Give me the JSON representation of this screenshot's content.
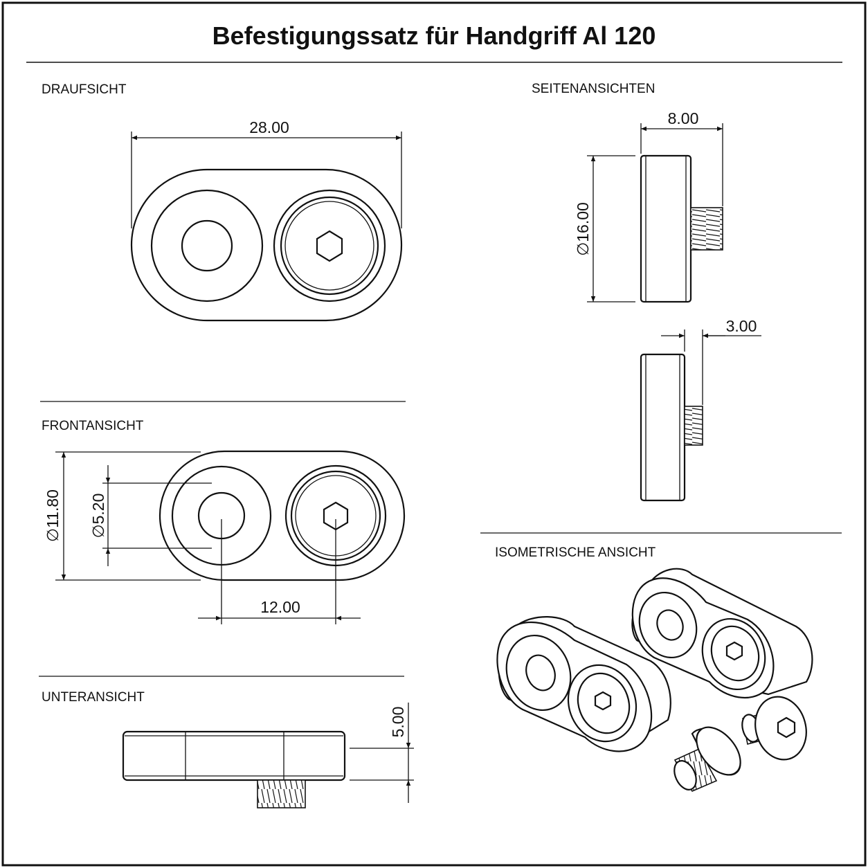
{
  "title": "Befestigungssatz für Handgriff Al 120",
  "views": {
    "top": "DRAUFSICHT",
    "front": "FRONTANSICHT",
    "bottom": "UNTERANSICHT",
    "side": "SEITENANSICHTEN",
    "iso": "ISOMETRISCHE ANSICHT"
  },
  "dimensions": {
    "length": "28.00",
    "side_width": "8.00",
    "diameter_16": "∅16.00",
    "thread_len": "3.00",
    "diameter_11_8": "∅11.80",
    "diameter_5_2": "∅5.20",
    "hole_spacing": "12.00",
    "height": "5.00"
  },
  "colors": {
    "line": "#111111",
    "background": "#ffffff"
  }
}
